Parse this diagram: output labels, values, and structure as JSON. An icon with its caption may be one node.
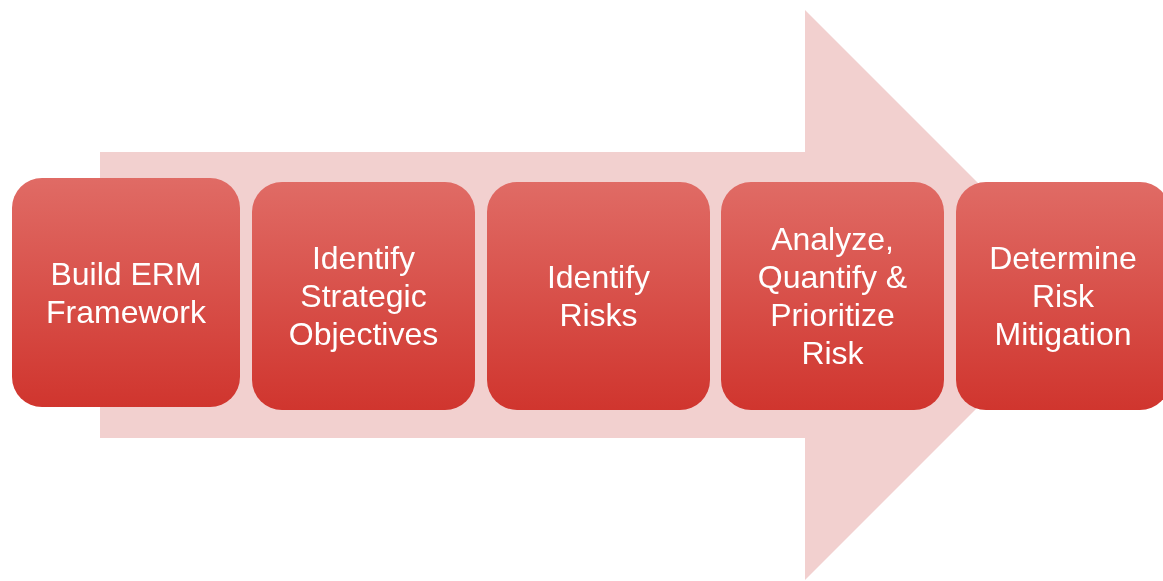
{
  "diagram": {
    "nodes": [
      {
        "text": [
          "Build ERM Framework"
        ]
      },
      {
        "text": [
          "Identify Strategic Objectives"
        ]
      },
      {
        "text": [
          "Identify Risks"
        ]
      },
      {
        "text": [
          "Analyze, Quantify & Prioritize Risk"
        ]
      },
      {
        "text": [
          "Determine Risk Mitigation"
        ]
      }
    ],
    "edges": [
      {
        "from": 0,
        "to": 4,
        "arrow": "to"
      }
    ]
  }
}
